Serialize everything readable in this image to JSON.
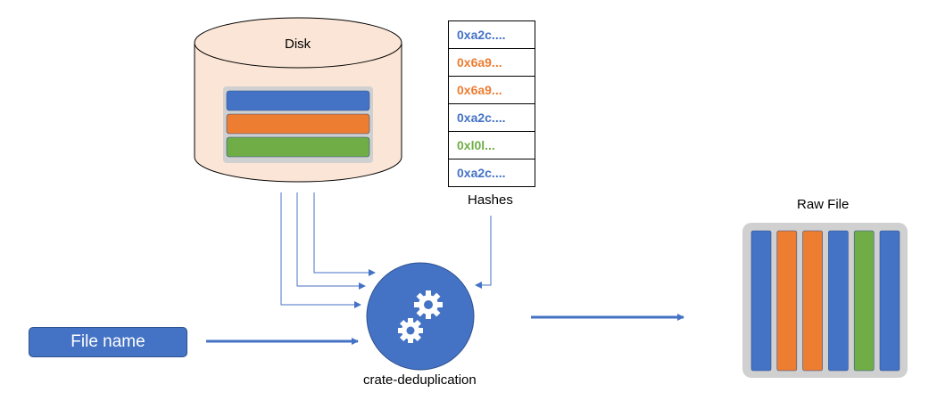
{
  "disk": {
    "label": "Disk",
    "chunks": [
      {
        "name": "blue",
        "color": "#4472c4"
      },
      {
        "name": "orange",
        "color": "#ed7d31"
      },
      {
        "name": "green",
        "color": "#70ad47"
      }
    ]
  },
  "hashes": {
    "label": "Hashes",
    "entries": [
      {
        "text": "0xa2c....",
        "color": "#4472c4"
      },
      {
        "text": "0x6a9...",
        "color": "#ed7d31"
      },
      {
        "text": "0x6a9...",
        "color": "#ed7d31"
      },
      {
        "text": "0xa2c....",
        "color": "#4472c4"
      },
      {
        "text": "0xl0l...",
        "color": "#70ad47"
      },
      {
        "text": "0xa2c....",
        "color": "#4472c4"
      }
    ]
  },
  "file_name": {
    "label": "File name"
  },
  "engine": {
    "label": "crate-deduplication"
  },
  "raw_file": {
    "label": "Raw File",
    "strips": [
      "#4472c4",
      "#ed7d31",
      "#ed7d31",
      "#4472c4",
      "#70ad47",
      "#4472c4"
    ]
  },
  "colors": {
    "arrow": "#4472c4",
    "disk_fill": "#fbe5d6",
    "disk_stroke": "#000000"
  }
}
